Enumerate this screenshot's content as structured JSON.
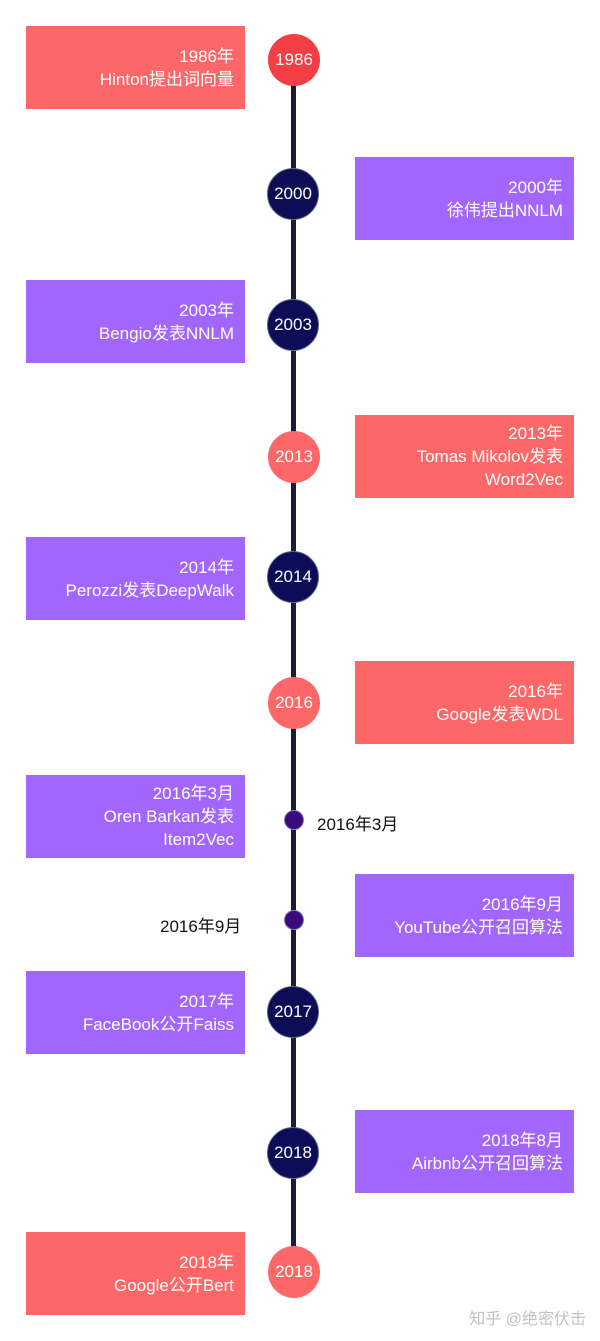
{
  "timeline": {
    "nodes": {
      "n1986": "1986",
      "n2000": "2000",
      "n2003": "2003",
      "n2013": "2013",
      "n2014": "2014",
      "n2016": "2016",
      "n2017": "2017",
      "n2018a": "2018",
      "n2018b": "2018"
    },
    "dot_labels": {
      "d2016_3": "2016年3月",
      "d2016_9": "2016年9月"
    },
    "events": [
      {
        "lines": [
          "1986年",
          "Hinton提出词向量"
        ]
      },
      {
        "lines": [
          "2000年",
          "徐伟提出NNLM"
        ]
      },
      {
        "lines": [
          "2003年",
          "Bengio发表NNLM"
        ]
      },
      {
        "lines": [
          "2013年",
          "Tomas Mikolov发表",
          "Word2Vec"
        ]
      },
      {
        "lines": [
          "2014年",
          "Perozzi发表DeepWalk"
        ]
      },
      {
        "lines": [
          "2016年",
          "Google发表WDL"
        ]
      },
      {
        "lines": [
          "2016年3月",
          "Oren Barkan发表",
          "Item2Vec"
        ]
      },
      {
        "lines": [
          "2016年9月",
          "YouTube公开召回算法"
        ]
      },
      {
        "lines": [
          "2017年",
          "FaceBook公开Faiss"
        ]
      },
      {
        "lines": [
          "2018年8月",
          "Airbnb公开召回算法"
        ]
      },
      {
        "lines": [
          "2018年",
          "Google公开Bert"
        ]
      }
    ]
  },
  "colors": {
    "coral": "#fe6767",
    "purple": "#a366fd",
    "navy": "#0d0c57",
    "red": "#f23e44",
    "axis": "#1c1c3a"
  },
  "watermark": "知乎 @绝密伏击"
}
